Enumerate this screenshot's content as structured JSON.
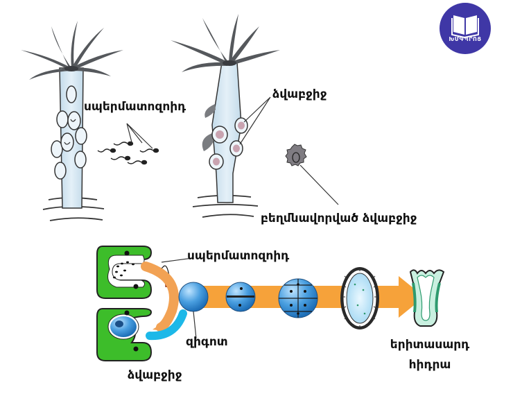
{
  "labels": {
    "sperm_top": "սպերմատոզոիդ",
    "egg_top": "ձվաբջիջ",
    "fertilized_egg": "բեղմնավորված ձվաբջիջ",
    "sperm_bottom": "սպերմատոզոիդ",
    "zygote": "զիգոտ",
    "egg_bottom": "ձվաբջիջ",
    "adult_line1": "երիտասարդ",
    "adult_line2": "հիդրա"
  },
  "logo": {
    "text": "ԽՄԳՊՐՈՑ"
  },
  "colors": {
    "hydra_body": "#d4e6f1",
    "tentacle": "#55585c",
    "bud_fill": "#eef5fa",
    "gonad_green": "#3dbd2a",
    "cell_blue": "#4a9fe0",
    "arrow_orange": "#f6a23a",
    "swoop_orange": "#f2a254",
    "cyan_curve": "#1cb8e8",
    "logo_bg": "#3f37a6"
  }
}
